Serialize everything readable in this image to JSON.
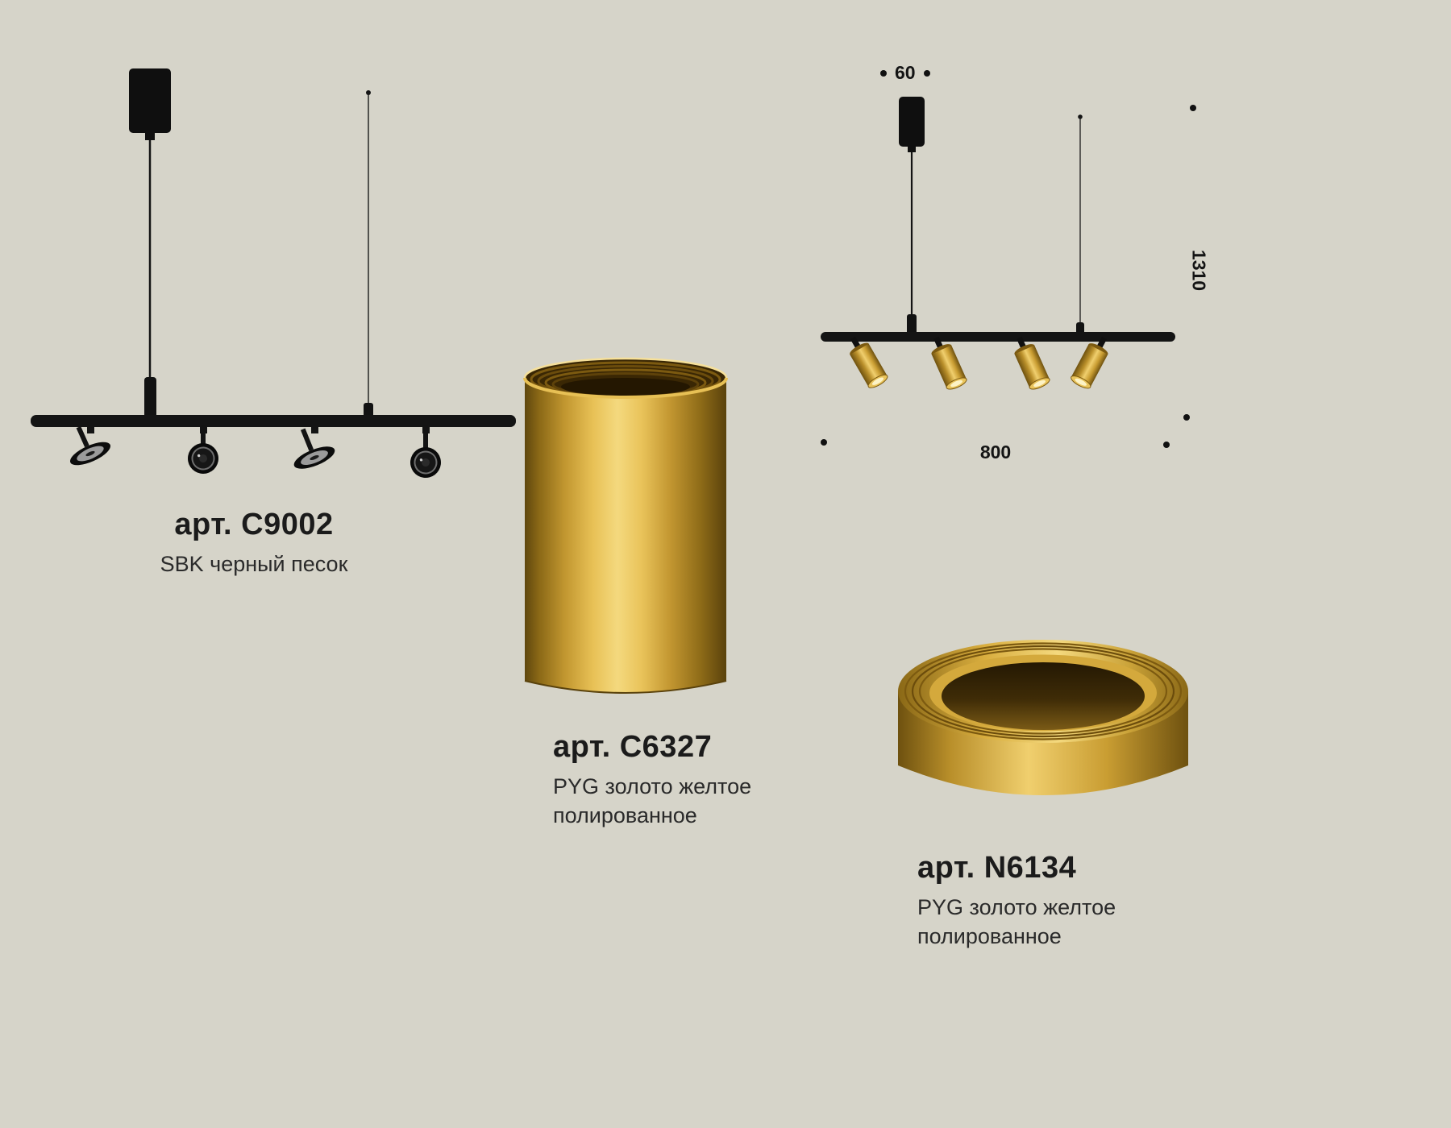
{
  "page": {
    "background": "#d6d4c9"
  },
  "products": {
    "c9002": {
      "art": "арт. C9002",
      "finish": "SBK черный песок"
    },
    "c6327": {
      "art": "арт. C6327",
      "finish": "PYG золото желтое полированное"
    },
    "n6134": {
      "art": "арт. N6134",
      "finish": "PYG золото желтое полированное"
    }
  },
  "dimensions": {
    "canopy_width": "60",
    "height": "1310",
    "length": "800"
  },
  "colors": {
    "gold": "#d4a93c",
    "black": "#141414",
    "background": "#d6d4c9"
  }
}
